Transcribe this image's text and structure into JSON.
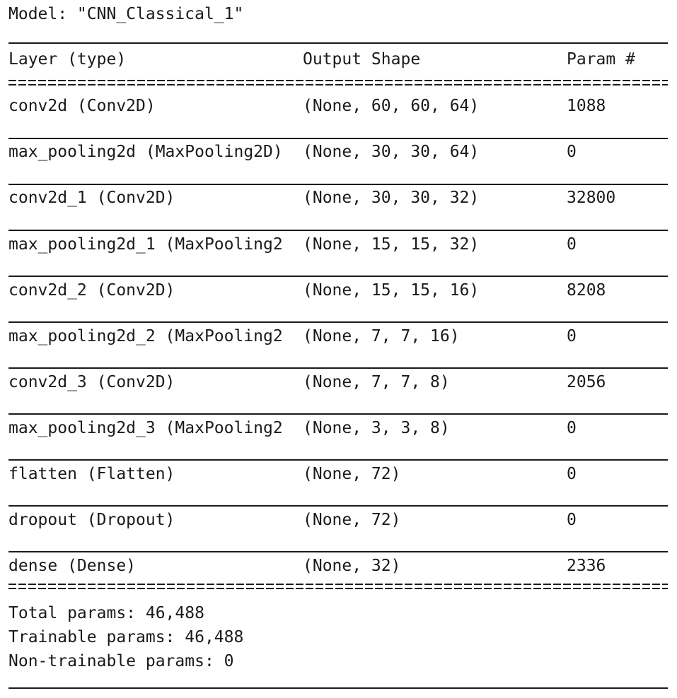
{
  "model_title": "Model: \"CNN_Classical_1\"",
  "headers": {
    "layer": "Layer (type)",
    "output": "Output Shape",
    "params": "Param #"
  },
  "layers": [
    {
      "layer": "conv2d (Conv2D)",
      "output": "(None, 60, 60, 64)",
      "params": "1088"
    },
    {
      "layer": "max_pooling2d (MaxPooling2D)",
      "output": "(None, 30, 30, 64)",
      "params": "0"
    },
    {
      "layer": "conv2d_1 (Conv2D)",
      "output": "(None, 30, 30, 32)",
      "params": "32800"
    },
    {
      "layer": "max_pooling2d_1 (MaxPooling2",
      "output": "(None, 15, 15, 32)",
      "params": "0"
    },
    {
      "layer": "conv2d_2 (Conv2D)",
      "output": "(None, 15, 15, 16)",
      "params": "8208"
    },
    {
      "layer": "max_pooling2d_2 (MaxPooling2",
      "output": "(None, 7, 7, 16)",
      "params": "0"
    },
    {
      "layer": "conv2d_3 (Conv2D)",
      "output": "(None, 7, 7, 8)",
      "params": "2056"
    },
    {
      "layer": "max_pooling2d_3 (MaxPooling2",
      "output": "(None, 3, 3, 8)",
      "params": "0"
    },
    {
      "layer": "flatten (Flatten)",
      "output": "(None, 72)",
      "params": "0"
    },
    {
      "layer": "dropout (Dropout)",
      "output": "(None, 72)",
      "params": "0"
    },
    {
      "layer": "dense (Dense)",
      "output": "(None, 32)",
      "params": "2336"
    }
  ],
  "totals": {
    "total": "Total params: 46,488",
    "trainable": "Trainable params: 46,488",
    "non_trainable": "Non-trainable params: 0"
  }
}
